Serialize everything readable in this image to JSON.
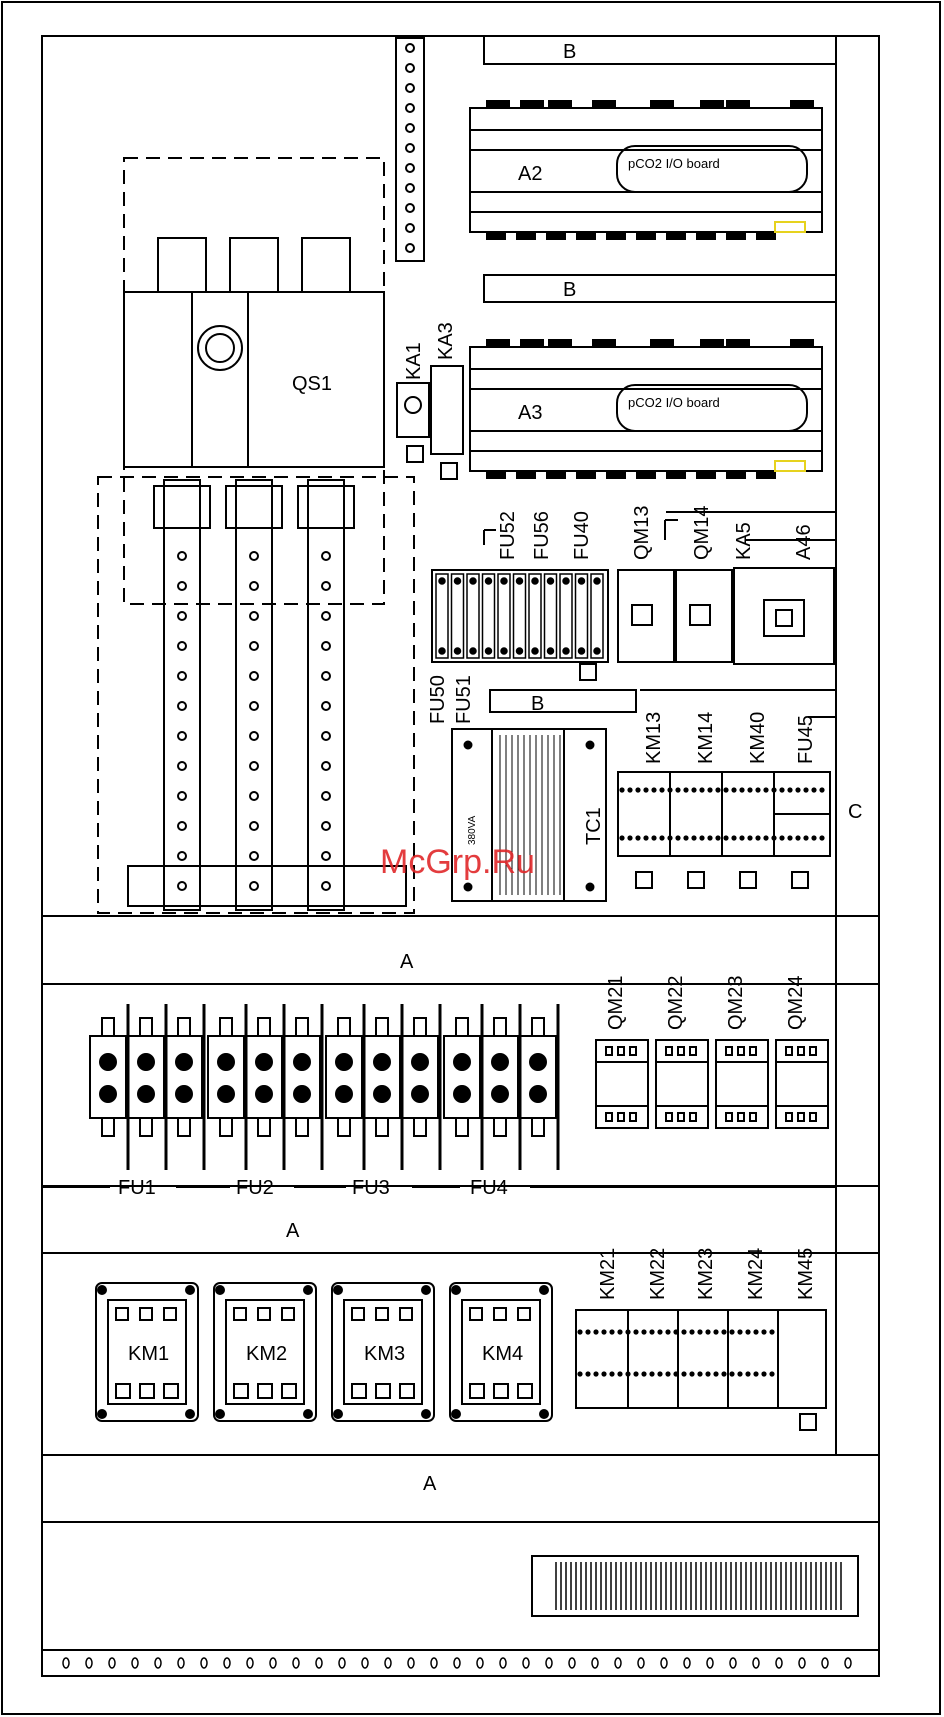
{
  "drawing": {
    "ducts": {
      "a": "A",
      "b": "B",
      "c": "C"
    },
    "controllers": [
      {
        "ref": "A2",
        "board": "pCO2 I/O board"
      },
      {
        "ref": "A3",
        "board": "pCO2 I/O board"
      }
    ],
    "main_switch": "QS1",
    "relays": [
      "KA1",
      "KA3"
    ],
    "upper_devices": [
      "FU52",
      "FU56",
      "FU40",
      "QM13",
      "QM14",
      "KA5",
      "A46"
    ],
    "upper_devices_below": [
      "FU50",
      "FU51"
    ],
    "transformer": {
      "ref": "TC1",
      "rating": "380VA"
    },
    "contactor_row_top": [
      "KM13",
      "KM14",
      "KM40",
      "FU45"
    ],
    "fuse_groups": [
      "FU1",
      "FU2",
      "FU3",
      "FU4"
    ],
    "motor_breakers": [
      "QM21",
      "QM22",
      "QM23",
      "QM24"
    ],
    "big_contactors": [
      "KM1",
      "KM2",
      "KM3",
      "KM4"
    ],
    "contactor_row_bottom": [
      "KM21",
      "KM22",
      "KM23",
      "KM24",
      "KM45"
    ]
  },
  "watermark": "McGrp.Ru",
  "colors": {
    "line": "#000000",
    "background": "#ffffff",
    "watermark": "#e0282a",
    "note_yellow": "#e6d21e"
  }
}
